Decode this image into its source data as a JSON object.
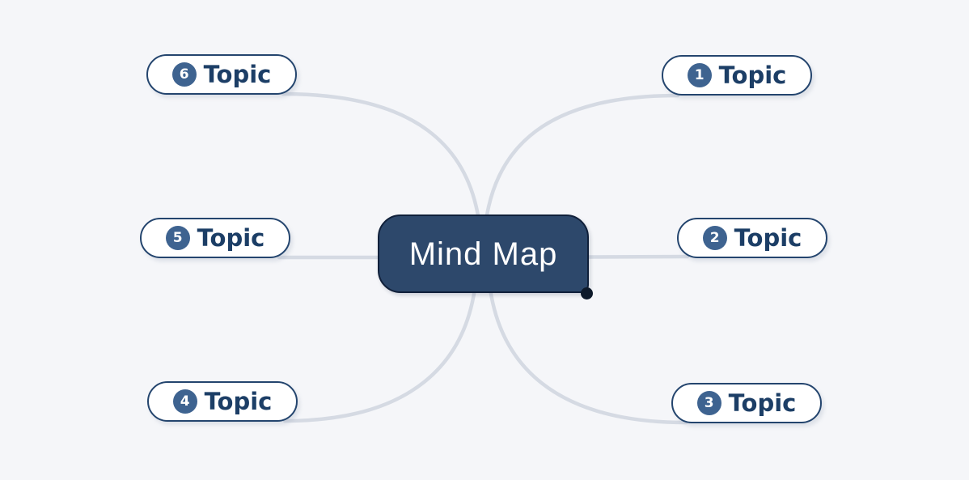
{
  "center_node": {
    "label": "Mind Map"
  },
  "topics": [
    {
      "number": "1",
      "label": "Topic",
      "position": "top-right"
    },
    {
      "number": "2",
      "label": "Topic",
      "position": "middle-right"
    },
    {
      "number": "3",
      "label": "Topic",
      "position": "bottom-right"
    },
    {
      "number": "4",
      "label": "Topic",
      "position": "bottom-left"
    },
    {
      "number": "5",
      "label": "Topic",
      "position": "middle-left"
    },
    {
      "number": "6",
      "label": "Topic",
      "position": "top-left"
    }
  ],
  "colors": {
    "background": "#f5f6f9",
    "connector": "#d5dae3",
    "center_fill": "#2d486b",
    "center_border": "#10203a",
    "center_text": "#ffffff",
    "topic_fill": "#ffffff",
    "topic_border": "#24456e",
    "topic_text": "#1c3e66",
    "badge_fill": "#3e6390",
    "badge_text": "#ffffff",
    "handle_dot": "#0e1a2b"
  }
}
